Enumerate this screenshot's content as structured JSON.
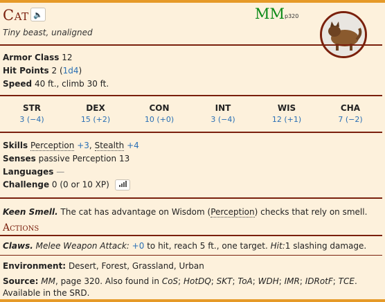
{
  "header": {
    "name": "Cat",
    "sound_icon": "speaker-icon",
    "source_abbr": "MM",
    "source_page": "p320",
    "subtitle": "Tiny beast, unaligned"
  },
  "basics": {
    "armor_class_label": "Armor Class",
    "armor_class_value": "12",
    "hit_points_label": "Hit Points",
    "hit_points_value": "2",
    "hit_points_dice": "1d4",
    "speed_label": "Speed",
    "speed_value": "40 ft., climb 30 ft."
  },
  "abilities": [
    {
      "name": "STR",
      "value": "3 (−4)"
    },
    {
      "name": "DEX",
      "value": "15 (+2)"
    },
    {
      "name": "CON",
      "value": "10 (+0)"
    },
    {
      "name": "INT",
      "value": "3 (−4)"
    },
    {
      "name": "WIS",
      "value": "12 (+1)"
    },
    {
      "name": "CHA",
      "value": "7 (−2)"
    }
  ],
  "details": {
    "skills_label": "Skills",
    "skill1_name": "Perception",
    "skill1_mod": "+3",
    "skill2_name": "Stealth",
    "skill2_mod": "+4",
    "senses_label": "Senses",
    "senses_value": "passive Perception 13",
    "languages_label": "Languages",
    "languages_value": "—",
    "challenge_label": "Challenge",
    "challenge_value": "0 (0 or 10 XP)",
    "challenge_icon": "bar-chart-icon"
  },
  "traits": {
    "keen_name": "Keen Smell.",
    "keen_pre": "The cat has advantage on Wisdom (",
    "keen_link": "Perception",
    "keen_post": ") checks that rely on smell."
  },
  "actions": {
    "title": "Actions",
    "claws_name": "Claws.",
    "claws_type": "Melee Weapon Attack:",
    "claws_bonus": "+0",
    "claws_reach": "to hit, reach 5 ft., one target.",
    "claws_hit_label": "Hit:",
    "claws_hit_text": "1 slashing damage."
  },
  "footer": {
    "environment_label": "Environment:",
    "environment_value": "Desert, Forest, Grassland, Urban",
    "source_label": "Source:",
    "source_book": "MM",
    "source_text": ", page 320. Also found in",
    "also_found": [
      "CoS",
      "HotDQ",
      "SKT",
      "ToA",
      "WDH",
      "IMR",
      "IDRotF",
      "TCE"
    ],
    "srd_text": "Available in the SRD."
  },
  "colors": {
    "accent": "#7a200d",
    "border": "#e69a28",
    "background": "#fdf1dc",
    "link": "#2a6fb5",
    "source": "#0b8a17"
  }
}
